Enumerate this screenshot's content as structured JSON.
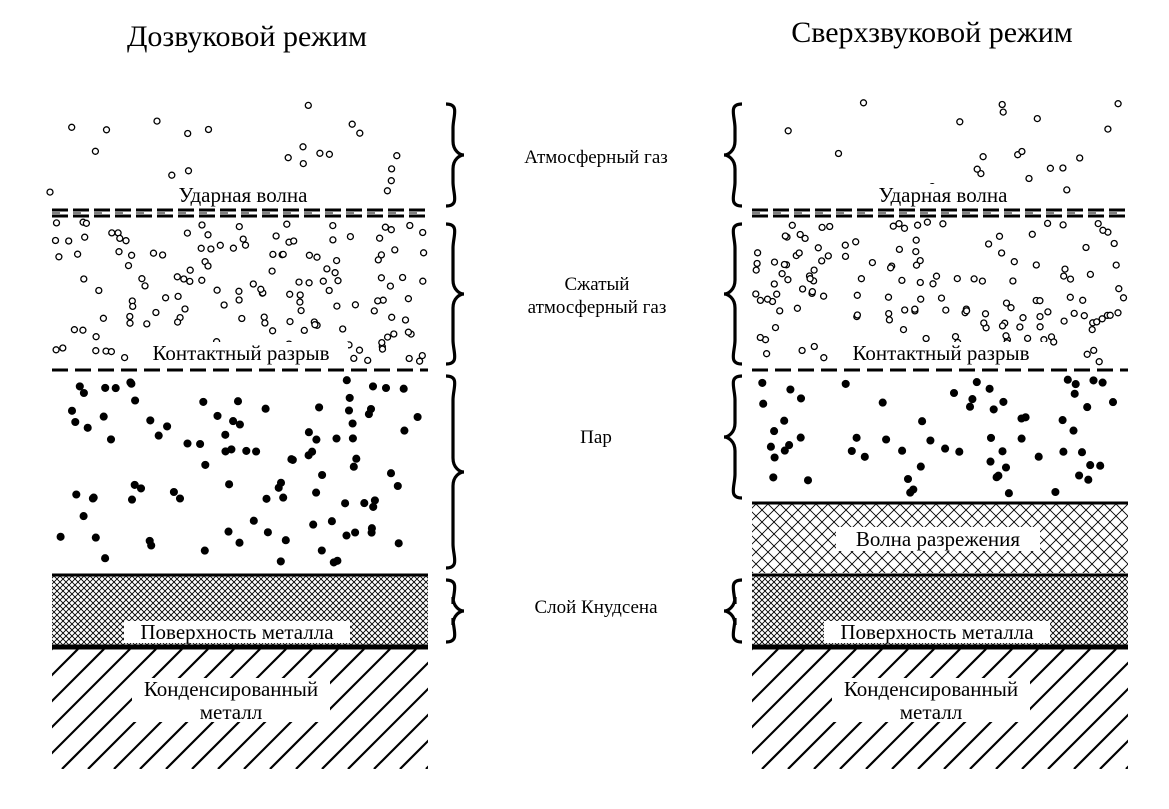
{
  "figure": {
    "left_title": "Дозвуковой режим",
    "right_title": "Сверхзвуковой режим"
  },
  "layer_names": {
    "atmospheric_gas": "Атмосферный газ",
    "compressed_gas_line1": "Сжатый",
    "compressed_gas_line2": "атмосферный газ",
    "vapor": "Пар",
    "knudsen_layer": "Слой Кнудсена"
  },
  "boundary_labels": {
    "shock_wave": "Ударная волна",
    "contact_discontinuity": "Контактный разрыв",
    "rarefaction_wave": "Волна разрежения",
    "metal_surface": "Поверхность металла",
    "condensed_metal_line1": "Конденсированный",
    "condensed_metal_line2": "металл"
  },
  "colors": {
    "ink": "#000000",
    "background": "#ffffff"
  }
}
